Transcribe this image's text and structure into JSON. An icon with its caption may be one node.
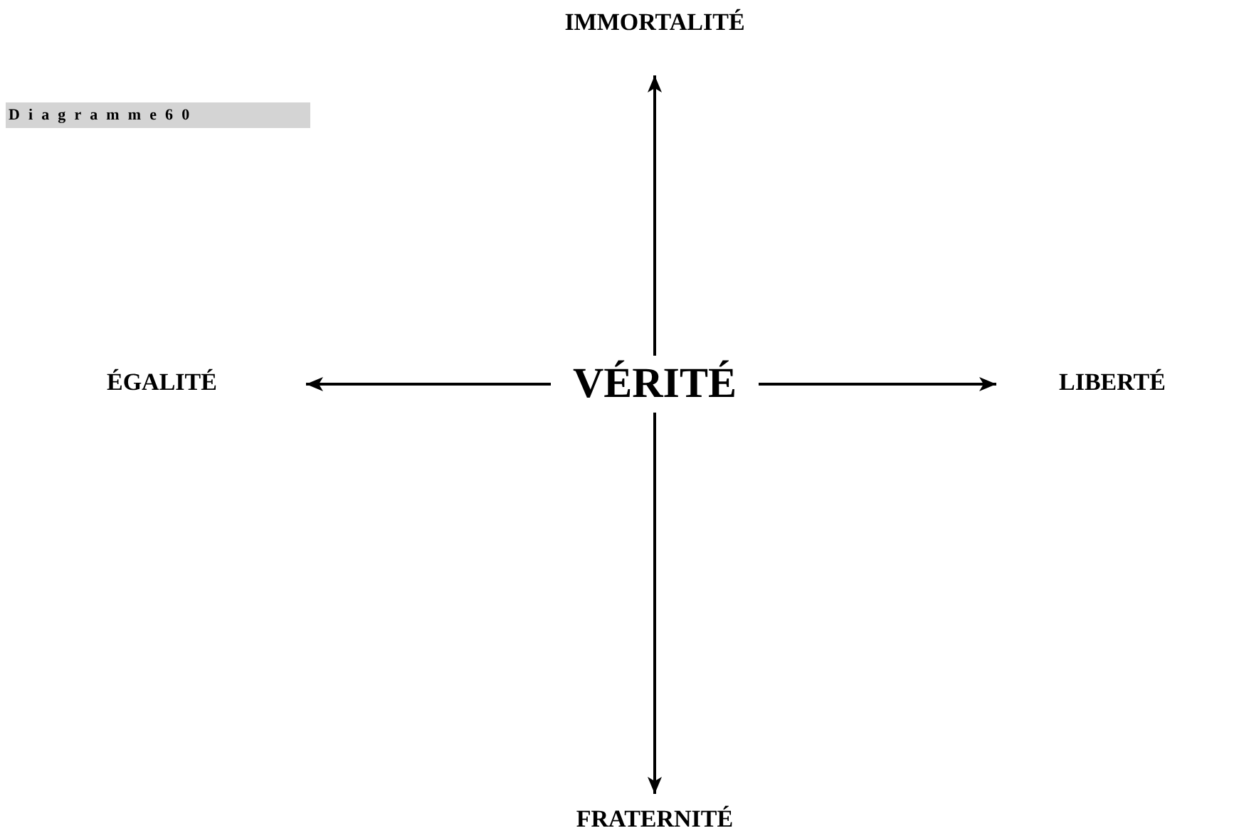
{
  "diagram": {
    "nodes": [
      {
        "text": [
          "VÉRITÉ"
        ]
      },
      {
        "text": [
          "IMMORTALITÉ"
        ]
      },
      {
        "text": [
          "LIBERTÉ"
        ]
      },
      {
        "text": [
          "FRATERNITÉ"
        ]
      },
      {
        "text": [
          "ÉGALITÉ"
        ]
      }
    ],
    "edges": [
      {
        "from": 0,
        "to": 1,
        "arrow": "to"
      },
      {
        "from": 0,
        "to": 2,
        "arrow": "to"
      },
      {
        "from": 0,
        "to": 3,
        "arrow": "to"
      },
      {
        "from": 0,
        "to": 4,
        "arrow": "to"
      }
    ],
    "labels": [
      "Diagramme60"
    ]
  }
}
